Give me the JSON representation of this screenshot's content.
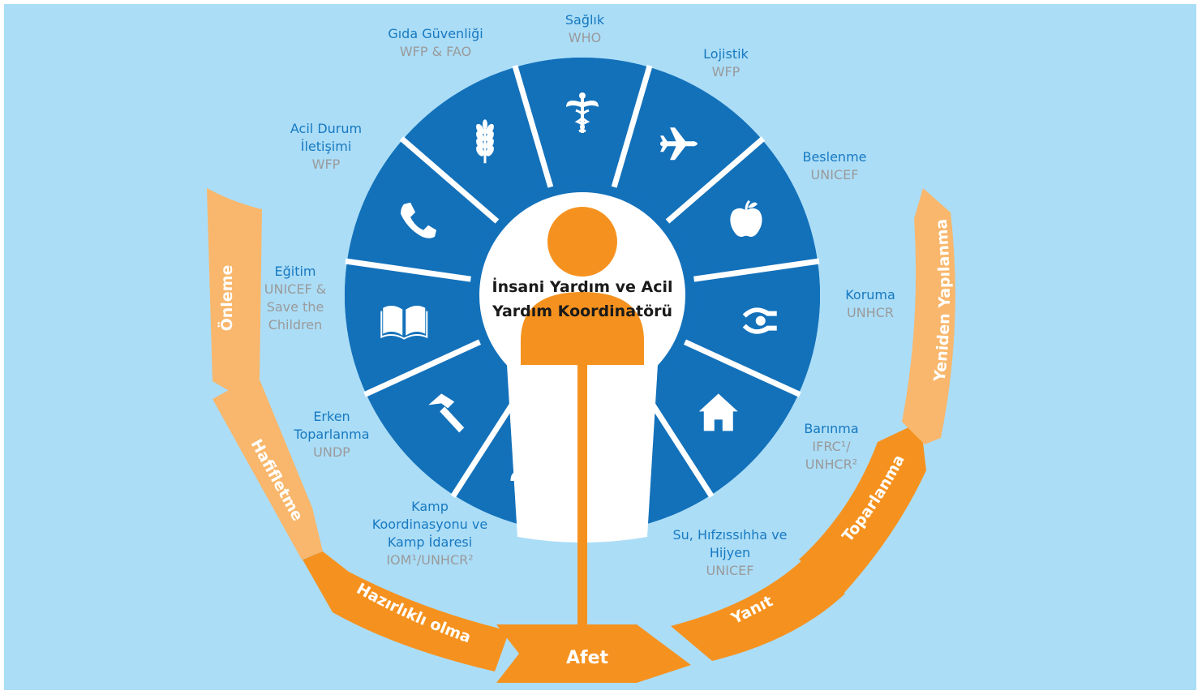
{
  "colors": {
    "background": "#ABDDF7",
    "wheel_blue": "#1371BA",
    "orange": "#F5921F",
    "orange_light": "#F8B76C",
    "cluster_name_blue": "#1779C0",
    "agency_grey": "#9A9A9A"
  },
  "center": {
    "title_line1": "İnsani Yardım ve Acil",
    "title_line2": "Yardım Koordinatörü"
  },
  "clusters": [
    {
      "id": "saglik",
      "icon": "caduceus-icon",
      "name": [
        "Sağlık"
      ],
      "agency": [
        "WHO"
      ]
    },
    {
      "id": "lojistik",
      "icon": "airplane-icon",
      "name": [
        "Lojistik"
      ],
      "agency": [
        "WFP"
      ]
    },
    {
      "id": "beslenme",
      "icon": "apple-icon",
      "name": [
        "Beslenme"
      ],
      "agency": [
        "UNICEF"
      ]
    },
    {
      "id": "koruma",
      "icon": "protecting-hands-icon",
      "name": [
        "Koruma"
      ],
      "agency": [
        "UNHCR"
      ]
    },
    {
      "id": "barinma",
      "icon": "house-icon",
      "name": [
        "Barınma"
      ],
      "agency": [
        "IFRC¹/",
        "UNHCR²"
      ]
    },
    {
      "id": "su",
      "icon": "water-tap-icon",
      "name": [
        "Su, Hıfzıssıhha ve",
        "Hijyen"
      ],
      "agency": [
        "UNICEF"
      ]
    },
    {
      "id": "kamp",
      "icon": "people-group-icon",
      "name": [
        "Kamp",
        "Koordinasyonu ve",
        "Kamp İdaresi"
      ],
      "agency": [
        "IOM¹/UNHCR²"
      ]
    },
    {
      "id": "erken",
      "icon": "hammer-icon",
      "name": [
        "Erken",
        "Toparlanma"
      ],
      "agency": [
        "UNDP"
      ]
    },
    {
      "id": "egitim",
      "icon": "open-book-icon",
      "name": [
        "Eğitim"
      ],
      "agency": [
        "UNICEF &",
        "Save the",
        "Children"
      ]
    },
    {
      "id": "iletisim",
      "icon": "phone-icon",
      "name": [
        "Acil Durum",
        "İletişimi"
      ],
      "agency": [
        "WFP"
      ]
    },
    {
      "id": "gida",
      "icon": "wheat-icon",
      "name": [
        "Gıda Güvenliği"
      ],
      "agency": [
        "WFP & FAO"
      ]
    }
  ],
  "phases": {
    "onleme": "Önleme",
    "hafifletme": "Hafifletme",
    "hazirlikli": "Hazırlıklı olma",
    "afet": "Afet",
    "yanit": "Yanıt",
    "toparlanma": "Toparlanma",
    "yeniden": "Yeniden Yapılanma"
  }
}
